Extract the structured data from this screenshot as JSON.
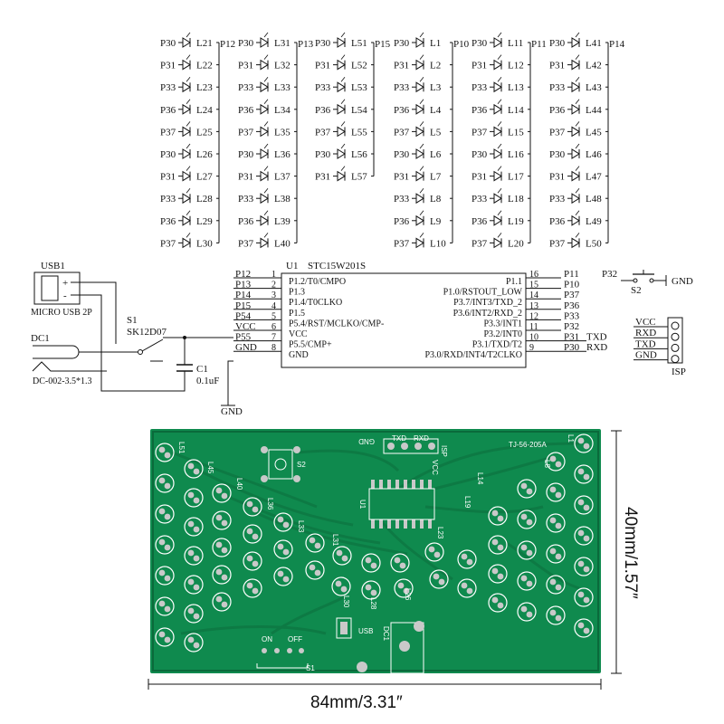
{
  "led_columns": [
    {
      "net": "P12",
      "leds": [
        [
          "P30",
          "L21"
        ],
        [
          "P31",
          "L22"
        ],
        [
          "P33",
          "L23"
        ],
        [
          "P36",
          "L24"
        ],
        [
          "P37",
          "L25"
        ],
        [
          "P30",
          "L26"
        ],
        [
          "P31",
          "L27"
        ],
        [
          "P33",
          "L28"
        ],
        [
          "P36",
          "L29"
        ],
        [
          "P37",
          "L30"
        ]
      ]
    },
    {
      "net": "P13",
      "leds": [
        [
          "P30",
          "L31"
        ],
        [
          "P31",
          "L32"
        ],
        [
          "P33",
          "L33"
        ],
        [
          "P36",
          "L34"
        ],
        [
          "P37",
          "L35"
        ],
        [
          "P30",
          "L36"
        ],
        [
          "P31",
          "L37"
        ],
        [
          "P33",
          "L38"
        ],
        [
          "P36",
          "L39"
        ],
        [
          "P37",
          "L40"
        ]
      ]
    },
    {
      "net": "P15",
      "leds": [
        [
          "P30",
          "L51"
        ],
        [
          "P31",
          "L52"
        ],
        [
          "P33",
          "L53"
        ],
        [
          "P36",
          "L54"
        ],
        [
          "P37",
          "L55"
        ],
        [
          "P30",
          "L56"
        ],
        [
          "P31",
          "L57"
        ]
      ]
    },
    {
      "net": "P10",
      "leds": [
        [
          "P30",
          "L1"
        ],
        [
          "P31",
          "L2"
        ],
        [
          "P33",
          "L3"
        ],
        [
          "P36",
          "L4"
        ],
        [
          "P37",
          "L5"
        ],
        [
          "P30",
          "L6"
        ],
        [
          "P31",
          "L7"
        ],
        [
          "P33",
          "L8"
        ],
        [
          "P36",
          "L9"
        ],
        [
          "P37",
          "L10"
        ]
      ]
    },
    {
      "net": "P11",
      "leds": [
        [
          "P30",
          "L11"
        ],
        [
          "P31",
          "L12"
        ],
        [
          "P33",
          "L13"
        ],
        [
          "P36",
          "L14"
        ],
        [
          "P37",
          "L15"
        ],
        [
          "P30",
          "L16"
        ],
        [
          "P31",
          "L17"
        ],
        [
          "P33",
          "L18"
        ],
        [
          "P36",
          "L19"
        ],
        [
          "P37",
          "L20"
        ]
      ]
    },
    {
      "net": "P14",
      "leds": [
        [
          "P30",
          "L41"
        ],
        [
          "P31",
          "L42"
        ],
        [
          "P33",
          "L43"
        ],
        [
          "P36",
          "L44"
        ],
        [
          "P37",
          "L45"
        ],
        [
          "P30",
          "L46"
        ],
        [
          "P31",
          "L47"
        ],
        [
          "P33",
          "L48"
        ],
        [
          "P36",
          "L49"
        ],
        [
          "P37",
          "L50"
        ]
      ]
    }
  ],
  "mcu": {
    "ref": "U1",
    "part": "STC15W201S",
    "left_pins": [
      {
        "net": "P12",
        "num": "1",
        "name": "P1.2/T0/CMPO"
      },
      {
        "net": "P13",
        "num": "2",
        "name": "P1.3"
      },
      {
        "net": "P14",
        "num": "3",
        "name": "P1.4/T0CLKO"
      },
      {
        "net": "P15",
        "num": "4",
        "name": "P1.5"
      },
      {
        "net": "P54",
        "num": "5",
        "name": "P5.4/RST/MCLKO/CMP-"
      },
      {
        "net": "VCC",
        "num": "6",
        "name": "VCC"
      },
      {
        "net": "P55",
        "num": "7",
        "name": "P5.5/CMP+"
      },
      {
        "net": "GND",
        "num": "8",
        "name": "GND"
      }
    ],
    "right_pins": [
      {
        "net": "P11",
        "num": "16",
        "name": "P1.1"
      },
      {
        "net": "P10",
        "num": "15",
        "name": "P1.0/RSTOUT_LOW"
      },
      {
        "net": "P37",
        "num": "14",
        "name": "P3.7/INT3/TXD_2"
      },
      {
        "net": "P36",
        "num": "13",
        "name": "P3.6/INT2/RXD_2"
      },
      {
        "net": "P33",
        "num": "12",
        "name": "P3.3/INT1"
      },
      {
        "net": "P32",
        "num": "11",
        "name": "P3.2/INT0"
      },
      {
        "net": "P31",
        "num": "10",
        "name": "P3.1/TXD/T2",
        "extra": "TXD"
      },
      {
        "net": "P30",
        "num": "9",
        "name": "P3.0/RXD/INT4/T2CLKO",
        "extra": "RXD"
      }
    ]
  },
  "power": {
    "usb_ref": "USB1",
    "usb_part": "MICRO USB 2P",
    "plus": "+",
    "minus": "-",
    "dc_ref": "DC1",
    "dc_part": "DC-002-3.5*1.3",
    "switch_ref": "S1",
    "switch_part": "SK12D07",
    "cap_ref": "C1",
    "cap_value": "0.1uF",
    "gnd": "GND"
  },
  "button": {
    "net": "P32",
    "ref": "S2",
    "gnd": "GND"
  },
  "isp": {
    "ref": "ISP",
    "pins": [
      "VCC",
      "RXD",
      "TXD",
      "GND"
    ]
  },
  "pcb": {
    "board_color": "#0f8a4e",
    "pad_color": "#c9c9c9",
    "model": "TJ-56-205A",
    "usb_label": "USB",
    "dc_label": "DC1",
    "switch_label": "S1",
    "on_label": "ON",
    "off_label": "OFF",
    "button_label": "S2",
    "ic_label": "U1",
    "header_labels": [
      "GND",
      "TXD",
      "RXD",
      "VCC",
      "ISP"
    ],
    "led_labels": [
      "L51",
      "L45",
      "L40",
      "L36",
      "L33",
      "L31",
      "L30",
      "L28",
      "L26",
      "L23",
      "L19",
      "L14",
      "L8",
      "L1"
    ]
  },
  "dimensions": {
    "width": "84mm/3.31″",
    "height": "40mm/1.57″"
  }
}
